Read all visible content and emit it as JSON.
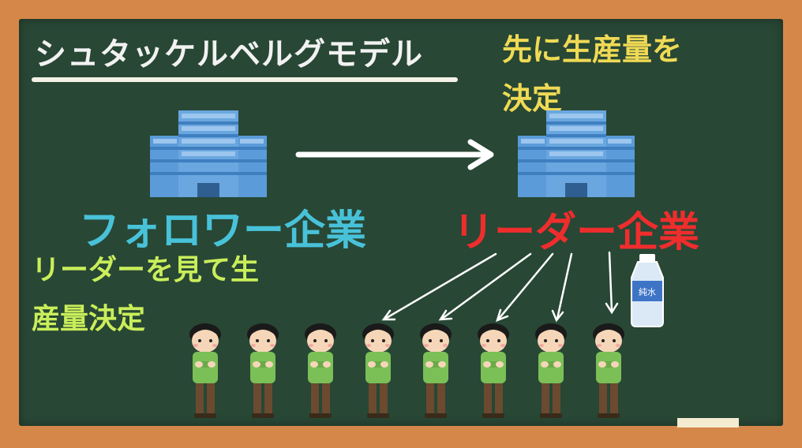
{
  "title": "シュタッケルベルグモデル",
  "leader": {
    "note_line1": "先に生産量を",
    "note_line2": "決定",
    "name": "リーダー企業"
  },
  "follower": {
    "name": "フォロワー企業",
    "note_line1": "リーダーを見て生",
    "note_line2": "産量決定"
  },
  "water_bottle_label": "純水",
  "colors": {
    "board": "#284735",
    "frame": "#d5874a",
    "leader": "#ef2d2d",
    "follower": "#48c2d9",
    "leader_note": "#f0da55",
    "follower_note": "#c9ee5a",
    "building": "#5b9bd9"
  },
  "icons": [
    "building-icon",
    "arrow-icon",
    "person-icon",
    "water-bottle-icon"
  ],
  "consumer_count": 8
}
